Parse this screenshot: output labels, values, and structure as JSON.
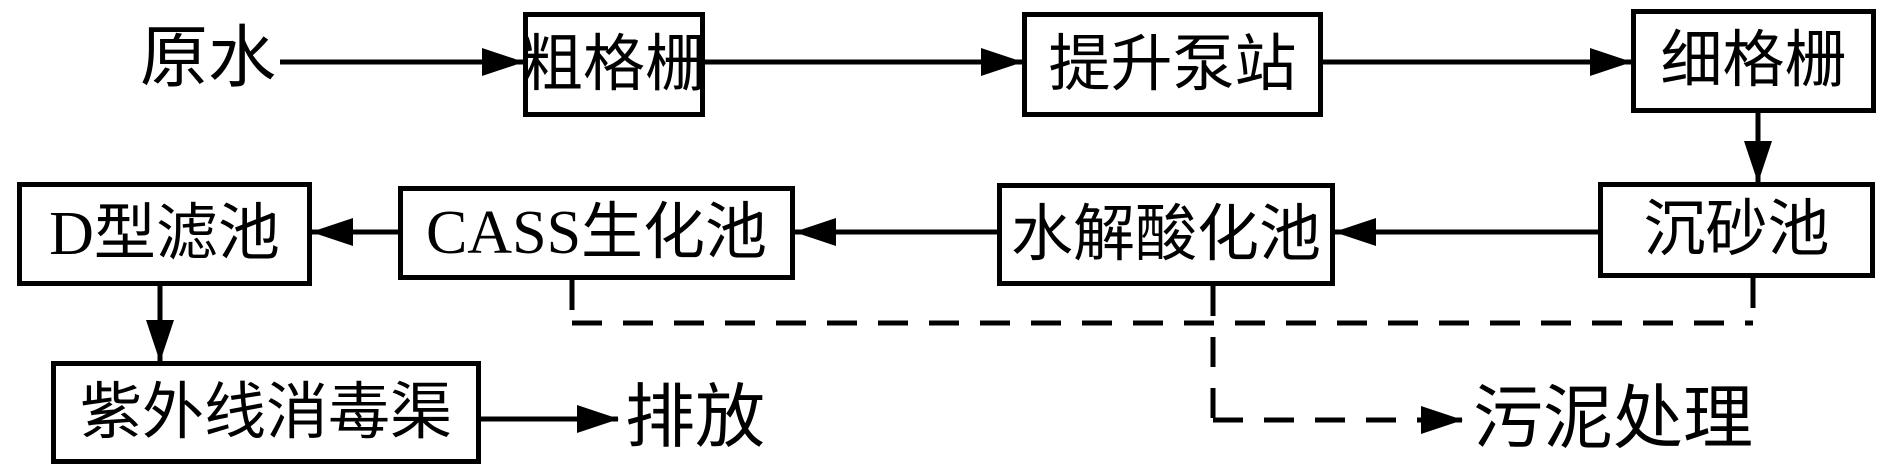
{
  "colors": {
    "background": "#ffffff",
    "line": "#000000",
    "text": "#000000"
  },
  "diagram": {
    "type": "flowchart",
    "language": "zh",
    "nodes": {
      "raw_water": {
        "label": "原水",
        "shape": "plain-text"
      },
      "coarse_screen": {
        "label": "粗格栅",
        "shape": "box"
      },
      "lift_pump_station": {
        "label": "提升泵站",
        "shape": "box"
      },
      "fine_screen": {
        "label": "细格栅",
        "shape": "box"
      },
      "grit_chamber": {
        "label": "沉砂池",
        "shape": "box"
      },
      "hydrolysis_acidification_tank": {
        "label": "水解酸化池",
        "shape": "box"
      },
      "cass_biochemical_tank": {
        "label": "CASS生化池",
        "shape": "box"
      },
      "d_type_filter": {
        "label": "D型滤池",
        "shape": "box"
      },
      "uv_disinfection_channel": {
        "label": "紫外线消毒渠",
        "shape": "box"
      },
      "discharge": {
        "label": "排放",
        "shape": "plain-text"
      },
      "sludge_treatment": {
        "label": "污泥处理",
        "shape": "plain-text"
      }
    },
    "main_flow_solid_arrows": [
      [
        "原水",
        "粗格栅"
      ],
      [
        "粗格栅",
        "提升泵站"
      ],
      [
        "提升泵站",
        "细格栅"
      ],
      [
        "细格栅",
        "沉砂池"
      ],
      [
        "沉砂池",
        "水解酸化池"
      ],
      [
        "水解酸化池",
        "CASS生化池"
      ],
      [
        "CASS生化池",
        "D型滤池"
      ],
      [
        "D型滤池",
        "紫外线消毒渠"
      ],
      [
        "紫外线消毒渠",
        "排放"
      ]
    ],
    "sludge_flow_dashed": {
      "style": "dashed",
      "from": [
        "CASS生化池",
        "水解酸化池",
        "沉砂池"
      ],
      "to": "污泥处理"
    }
  }
}
